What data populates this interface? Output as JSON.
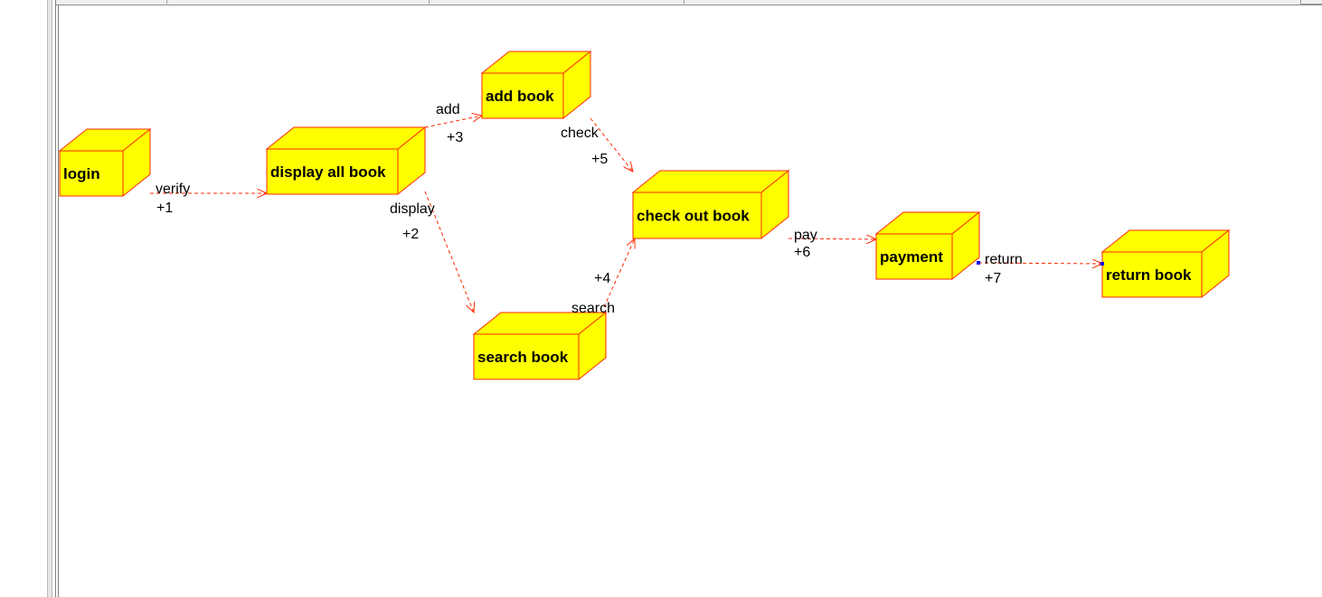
{
  "diagram": {
    "nodes": [
      {
        "id": "login",
        "label": "login"
      },
      {
        "id": "display",
        "label": "display all book"
      },
      {
        "id": "add",
        "label": "add book"
      },
      {
        "id": "search",
        "label": "search book"
      },
      {
        "id": "checkout",
        "label": "check out book"
      },
      {
        "id": "payment",
        "label": "payment"
      },
      {
        "id": "return",
        "label": "return book"
      }
    ],
    "edges": [
      {
        "id": "verify",
        "from": "login",
        "to": "display",
        "label": "verify",
        "seq": "+1"
      },
      {
        "id": "display",
        "from": "display",
        "to": "search",
        "label": "display",
        "seq": "+2"
      },
      {
        "id": "add",
        "from": "display",
        "to": "add",
        "label": "add",
        "seq": "+3"
      },
      {
        "id": "search",
        "from": "search",
        "to": "checkout",
        "label": "search",
        "seq": "+4"
      },
      {
        "id": "check",
        "from": "add",
        "to": "checkout",
        "label": "check",
        "seq": "+5"
      },
      {
        "id": "pay",
        "from": "checkout",
        "to": "payment",
        "label": "pay",
        "seq": "+6"
      },
      {
        "id": "return",
        "from": "payment",
        "to": "return",
        "label": "return",
        "seq": "+7"
      }
    ],
    "colors": {
      "node_fill": "#ffff00",
      "node_stroke": "#ff2a00",
      "edge_stroke": "#ff2a00",
      "selection_handle": "#0000ff"
    }
  }
}
